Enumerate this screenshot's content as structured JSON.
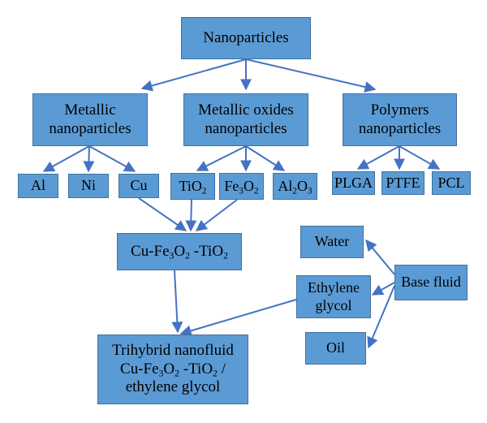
{
  "nodes": {
    "nanoparticles": "Nanoparticles",
    "metallic": {
      "line1": "Metallic",
      "line2": "nanoparticles"
    },
    "oxides": {
      "line1": "Metallic oxides",
      "line2": "nanoparticles"
    },
    "polymers": {
      "line1": "Polymers",
      "line2": "nanoparticles"
    },
    "al": "Al",
    "ni": "Ni",
    "cu": "Cu",
    "tio2": {
      "base": "TiO",
      "sub": "2"
    },
    "fe3o2": {
      "el1": "Fe",
      "s1": "3",
      "el2": "O",
      "s2": "2"
    },
    "al2o3": {
      "el1": "Al",
      "s1": "2",
      "el2": "O",
      "s2": "3"
    },
    "plga": "PLGA",
    "ptfe": "PTFE",
    "pcl": "PCL",
    "hybrid": {
      "p1": "Cu-Fe",
      "s1": "3",
      "p2": "O",
      "s2": "2",
      "p3": " -TiO",
      "s3": "2"
    },
    "water": "Water",
    "ethylene": {
      "line1": "Ethylene",
      "line2": "glycol"
    },
    "base_fluid": "Base fluid",
    "oil": "Oil",
    "trihybrid": {
      "line1": "Trihybrid nanofluid",
      "p1": "Cu-Fe",
      "s1": "3",
      "p2": "O",
      "s2": "2",
      "p3": " -TiO",
      "s3": "2",
      "p4": " /",
      "line3": "ethylene glycol"
    }
  },
  "colors": {
    "box_fill": "#5b9bd5",
    "box_border": "#41719c",
    "arrow": "#4472c4",
    "text": "#000000"
  }
}
